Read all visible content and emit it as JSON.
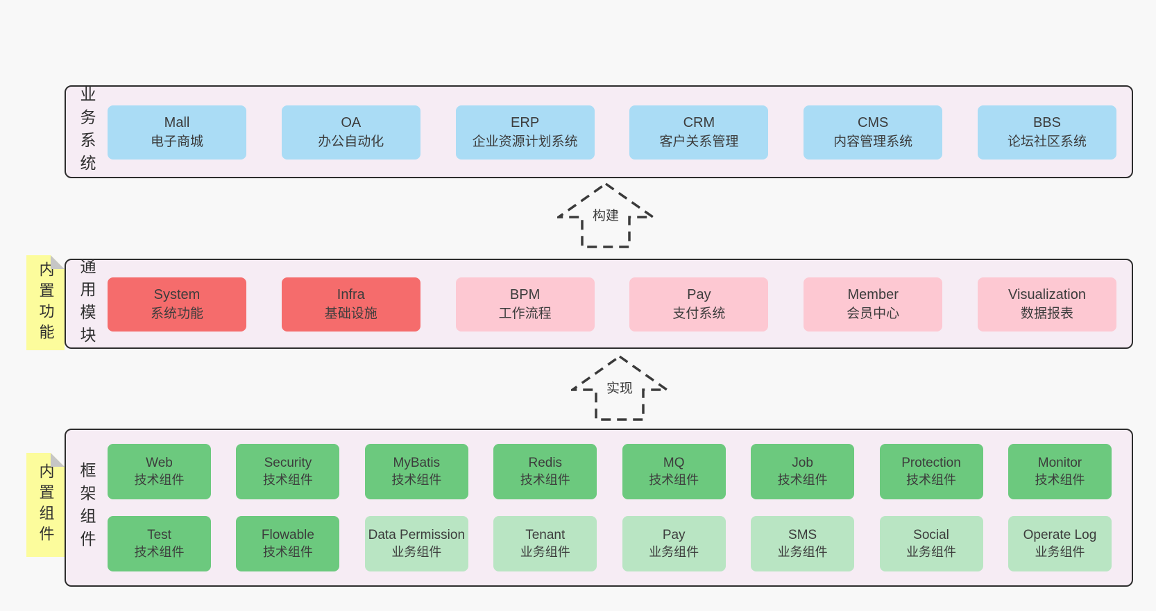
{
  "colors": {
    "page_bg": "#f8f8f8",
    "panel_bg": "#f6ecf4",
    "panel_border": "#2d2d2d",
    "blue": "#aadcf5",
    "red": "#f56c6c",
    "pink": "#fdc8d2",
    "green": "#6cc97e",
    "light_green": "#b9e5c3",
    "yellow": "#fcfc9c",
    "fold_gray": "#c6c6c6",
    "text": "#3c3c3c"
  },
  "sections": {
    "business": {
      "label": "业务系统",
      "boxes": [
        {
          "title": "Mall",
          "subtitle": "电子商城",
          "variant": "blue"
        },
        {
          "title": "OA",
          "subtitle": "办公自动化",
          "variant": "blue"
        },
        {
          "title": "ERP",
          "subtitle": "企业资源计划系统",
          "variant": "blue"
        },
        {
          "title": "CRM",
          "subtitle": "客户关系管理",
          "variant": "blue"
        },
        {
          "title": "CMS",
          "subtitle": "内容管理系统",
          "variant": "blue"
        },
        {
          "title": "BBS",
          "subtitle": "论坛社区系统",
          "variant": "blue"
        }
      ]
    },
    "modules": {
      "label": "通用模块",
      "tab": "内置功能",
      "boxes": [
        {
          "title": "System",
          "subtitle": "系统功能",
          "variant": "red"
        },
        {
          "title": "Infra",
          "subtitle": "基础设施",
          "variant": "red"
        },
        {
          "title": "BPM",
          "subtitle": "工作流程",
          "variant": "pink"
        },
        {
          "title": "Pay",
          "subtitle": "支付系统",
          "variant": "pink"
        },
        {
          "title": "Member",
          "subtitle": "会员中心",
          "variant": "pink"
        },
        {
          "title": "Visualization",
          "subtitle": "数据报表",
          "variant": "pink"
        }
      ]
    },
    "framework": {
      "label": "框架组件",
      "tab": "内置组件",
      "rows": [
        [
          {
            "title": "Web",
            "subtitle": "技术组件",
            "variant": "green"
          },
          {
            "title": "Security",
            "subtitle": "技术组件",
            "variant": "green"
          },
          {
            "title": "MyBatis",
            "subtitle": "技术组件",
            "variant": "green"
          },
          {
            "title": "Redis",
            "subtitle": "技术组件",
            "variant": "green"
          },
          {
            "title": "MQ",
            "subtitle": "技术组件",
            "variant": "green"
          },
          {
            "title": "Job",
            "subtitle": "技术组件",
            "variant": "green"
          },
          {
            "title": "Protection",
            "subtitle": "技术组件",
            "variant": "green"
          },
          {
            "title": "Monitor",
            "subtitle": "技术组件",
            "variant": "green"
          }
        ],
        [
          {
            "title": "Test",
            "subtitle": "技术组件",
            "variant": "green"
          },
          {
            "title": "Flowable",
            "subtitle": "技术组件",
            "variant": "green"
          },
          {
            "title": "Data Permission",
            "subtitle": "业务组件",
            "variant": "light_green"
          },
          {
            "title": "Tenant",
            "subtitle": "业务组件",
            "variant": "light_green"
          },
          {
            "title": "Pay",
            "subtitle": "业务组件",
            "variant": "light_green"
          },
          {
            "title": "SMS",
            "subtitle": "业务组件",
            "variant": "light_green"
          },
          {
            "title": "Social",
            "subtitle": "业务组件",
            "variant": "light_green"
          },
          {
            "title": "Operate Log",
            "subtitle": "业务组件",
            "variant": "light_green"
          }
        ]
      ]
    }
  },
  "arrows": [
    {
      "label": "构建"
    },
    {
      "label": "实现"
    }
  ]
}
